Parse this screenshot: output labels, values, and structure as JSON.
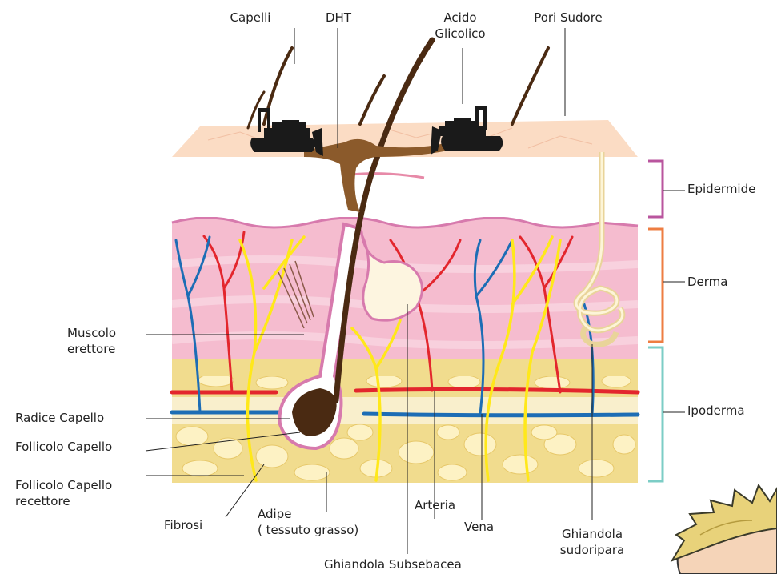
{
  "labels": {
    "capelli": "Capelli",
    "dht": "DHT",
    "acido_glicolico": "Acido\nGlicolico",
    "pori_sudore": "Pori Sudore",
    "epidermide": "Epidermide",
    "derma": "Derma",
    "ipoderma": "Ipoderma",
    "muscolo_erettore": "Muscolo\nerettore",
    "radice_capello": "Radice Capello",
    "follicolo_capello": "Follicolo Capello",
    "follicolo_recettore": "Follicolo Capello\nrecettore",
    "fibrosi": "Fibrosi",
    "adipe": "Adipe\n( tessuto grasso)",
    "arteria": "Arteria",
    "vena": "Vena",
    "ghiandola_sudoripara": "Ghiandola\nsudoripara",
    "ghiandola_subsebacea": "Ghiandola Subsebacea"
  },
  "colors": {
    "skin_surface": "#fbdcc4",
    "dermis": "#f5bccf",
    "dermis_edge": "#d77aad",
    "fat": "#f1dc8e",
    "fat_cell": "#fdf2c4",
    "artery": "#e3262d",
    "vein": "#1d6db5",
    "nerve": "#ffe81a",
    "hair": "#4a2a12",
    "dht": "#8b5a2b",
    "epidermis_bracket": "#b9559e",
    "derma_bracket": "#ee7d42",
    "ipoderma_bracket": "#7ccdc6"
  },
  "icons": [
    "bulldozer-icon",
    "bulldozer-icon",
    "cartoon-character"
  ]
}
